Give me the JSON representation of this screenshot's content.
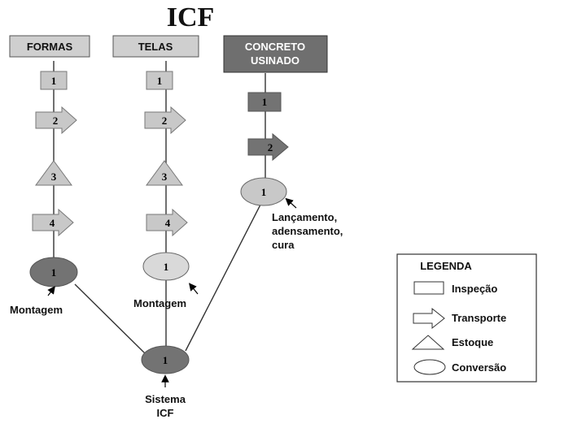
{
  "title": "ICF",
  "columns": {
    "formas": {
      "header": "FORMAS",
      "steps": [
        "1",
        "2",
        "3",
        "4"
      ],
      "conversion": "1",
      "conversion_label": "Montagem"
    },
    "telas": {
      "header": "TELAS",
      "steps": [
        "1",
        "2",
        "3",
        "4"
      ],
      "conversion": "1",
      "conversion_label": "Montagem"
    },
    "concreto": {
      "header_line1": "CONCRETO",
      "header_line2": "USINADO",
      "steps": [
        "1",
        "2"
      ],
      "conversion": "1",
      "conversion_label": [
        "Lançamento,",
        "adensamento,",
        "cura"
      ]
    }
  },
  "final": {
    "number": "1",
    "label_line1": "Sistema",
    "label_line2": "ICF"
  },
  "legend": {
    "title": "LEGENDA",
    "items": [
      {
        "shape": "rectangle",
        "label": "Inspeção"
      },
      {
        "shape": "arrow",
        "label": "Transporte"
      },
      {
        "shape": "triangle",
        "label": "Estoque"
      },
      {
        "shape": "ellipse",
        "label": "Conversão"
      }
    ]
  },
  "colors": {
    "header_light": "#cfcfcf",
    "header_dark": "#6f6f6f",
    "shape_light": "#c8c8c8",
    "shape_dark": "#737373",
    "line": "#333333"
  }
}
